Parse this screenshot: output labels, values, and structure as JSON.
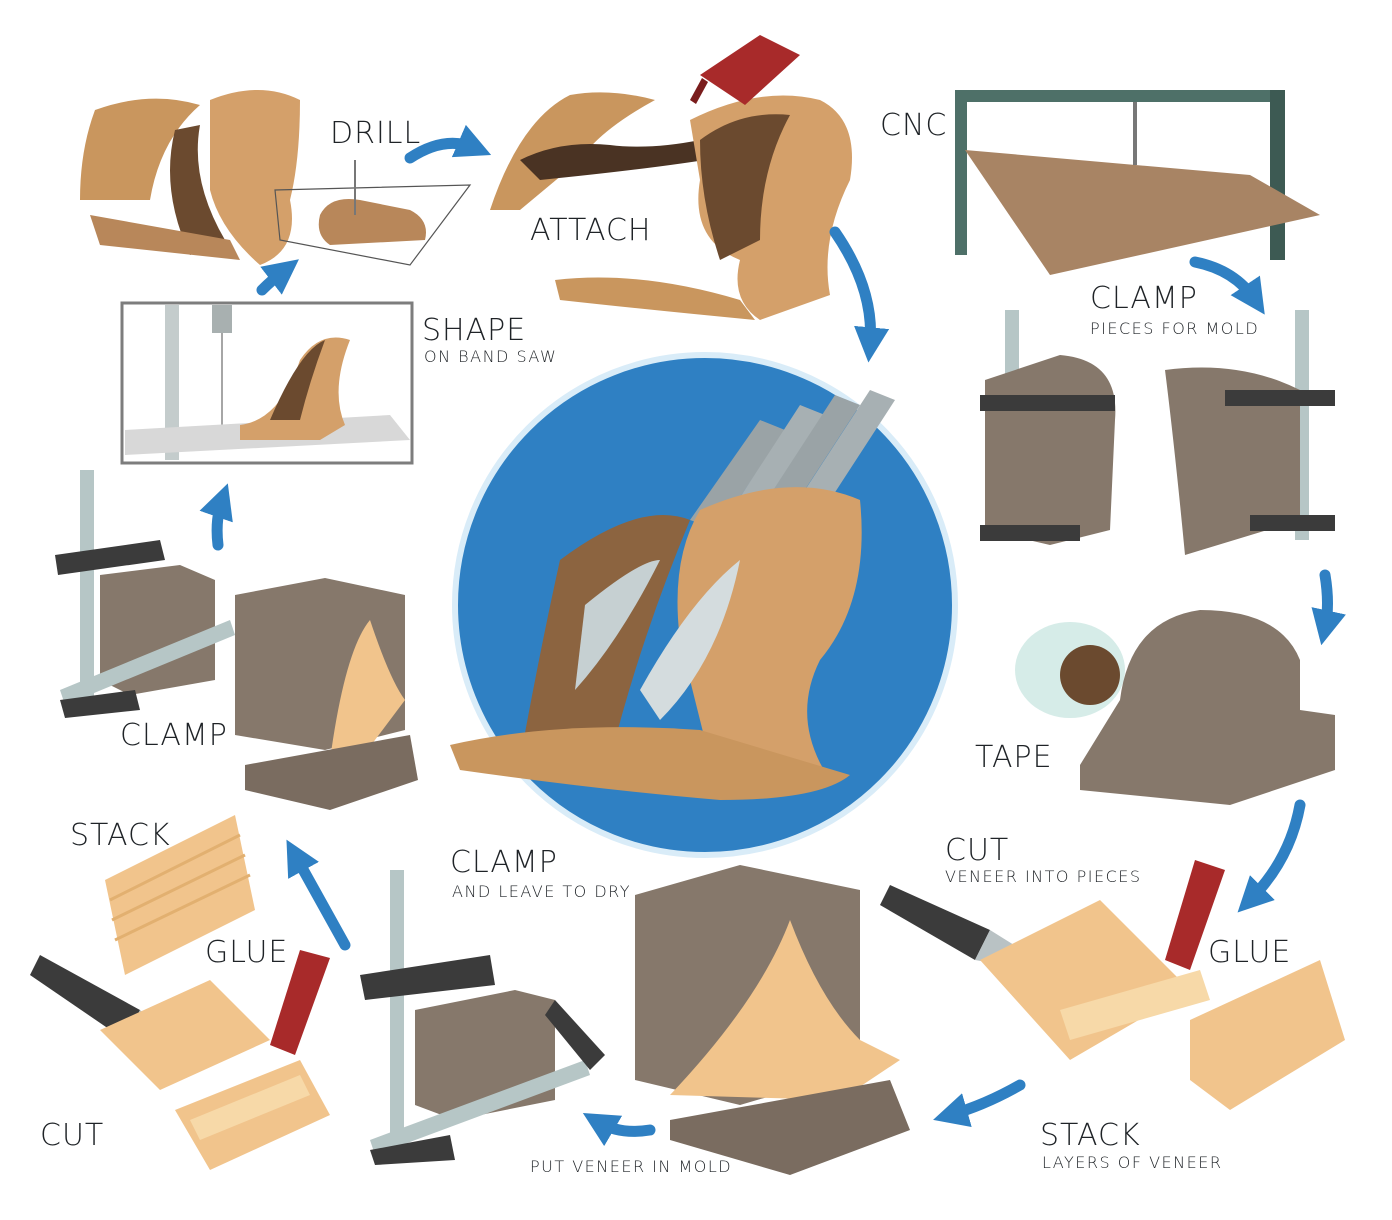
{
  "steps": {
    "cnc": {
      "title": "CNC"
    },
    "clamp_mold": {
      "title": "CLAMP",
      "subtitle": "PIECES FOR MOLD"
    },
    "tape": {
      "title": "TAPE"
    },
    "cut_glue_right": {
      "title": "CUT",
      "subtitle": "VENEER INTO PIECES",
      "glue": "GLUE"
    },
    "stack_right": {
      "title": "STACK",
      "subtitle": "LAYERS OF VENEER"
    },
    "put_in_mold": {
      "subtitle": "PUT VENEER IN MOLD"
    },
    "clamp_dry": {
      "title": "CLAMP",
      "subtitle": "AND LEAVE TO DRY"
    },
    "cut_left": {
      "title": "CUT"
    },
    "glue_left": {
      "title": "GLUE"
    },
    "stack_left": {
      "title": "STACK"
    },
    "clamp_left": {
      "title": "CLAMP"
    },
    "shape": {
      "title": "SHAPE",
      "subtitle": "ON BAND SAW"
    },
    "drill": {
      "title": "DRILL"
    },
    "attach": {
      "title": "ATTACH"
    }
  },
  "colors": {
    "accent_blue": "#2f80c3",
    "wood_light": "#c9965e",
    "wood_dark": "#6b4a2f",
    "veneer": "#f1c48c",
    "mold_gray": "#86786b",
    "clamp_dark": "#3b3b3b",
    "glue_red": "#a82a2a",
    "blade": "#b9c2c4"
  },
  "icons": [
    "arrow-icon",
    "glue-bottle-icon",
    "utility-knife-icon",
    "clamp-icon",
    "tape-roll-icon",
    "cnc-machine-icon",
    "band-saw-icon",
    "knife-block-icon"
  ]
}
